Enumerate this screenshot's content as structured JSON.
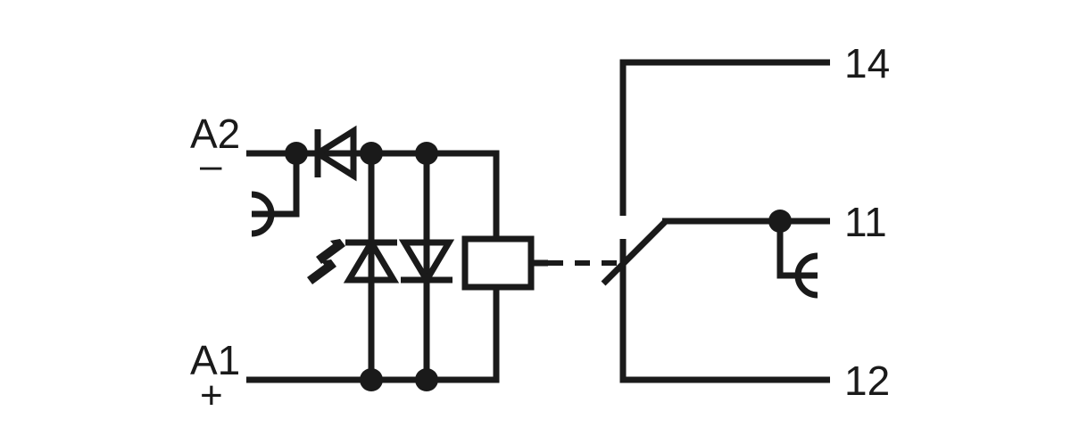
{
  "diagram": {
    "title": "Relay module connection diagram",
    "type": "electrical-schematic",
    "stroke_color": "#1a1a1a",
    "background_color": "#ffffff"
  },
  "terminals": {
    "a2": {
      "label": "A2",
      "polarity": "–"
    },
    "a1": {
      "label": "A1",
      "polarity": "+"
    },
    "t14": {
      "label": "14"
    },
    "t11": {
      "label": "11"
    },
    "t12": {
      "label": "12"
    }
  },
  "components": {
    "freewheel_diode": {
      "name": "freewheeling-diode",
      "orientation": "cathode-left"
    },
    "status_led": {
      "name": "status-led",
      "orientation": "cathode-up"
    },
    "suppressor_diode": {
      "name": "suppressor-diode",
      "orientation": "cathode-down"
    },
    "relay_coil": {
      "name": "relay-coil"
    },
    "changeover_contact": {
      "name": "changeover-contact",
      "common": "12",
      "nc": "11",
      "no": "14"
    }
  }
}
